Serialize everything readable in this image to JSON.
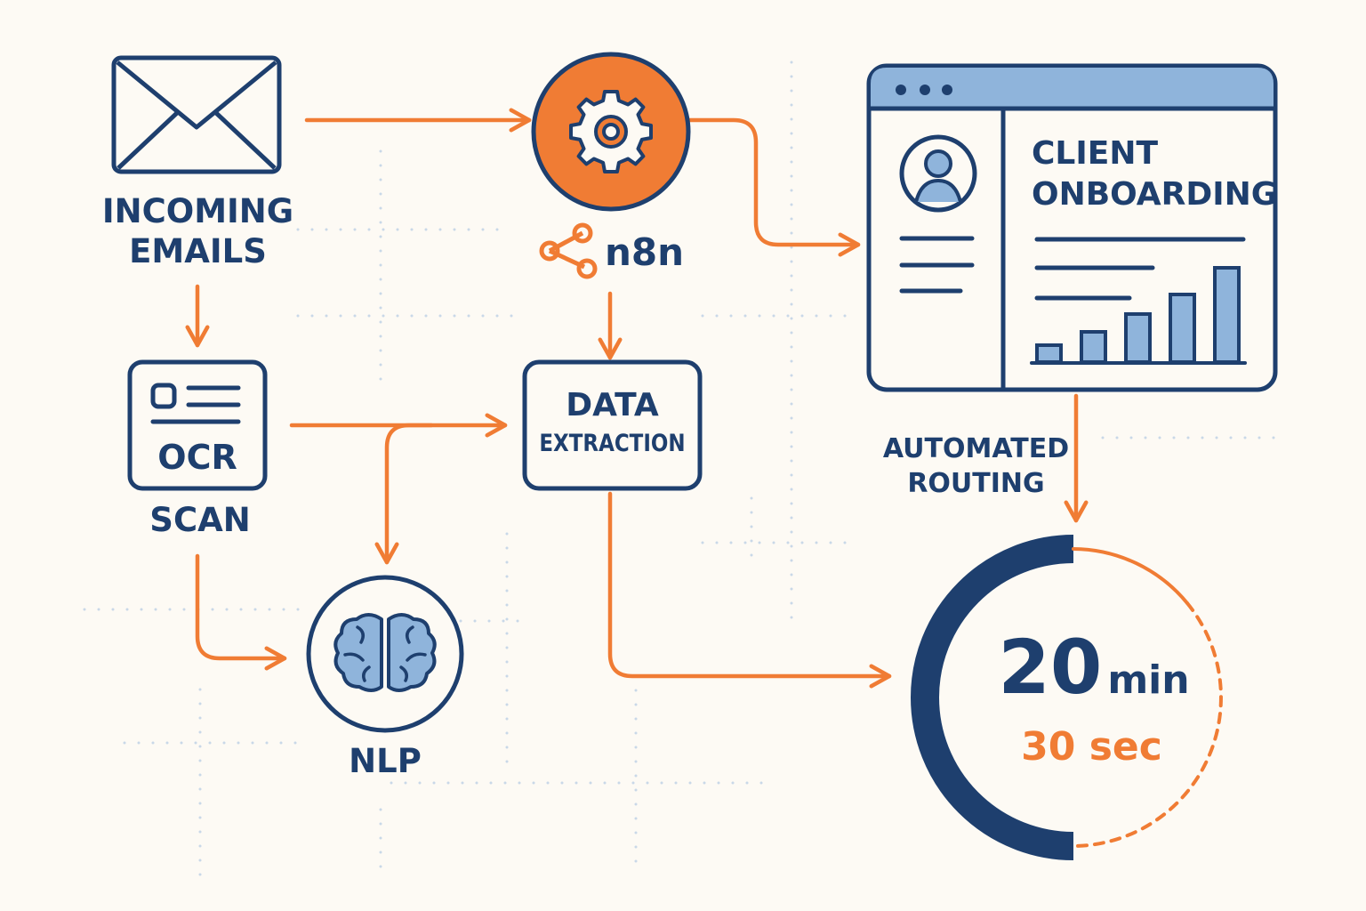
{
  "colors": {
    "navy": "#1e3f6e",
    "orange": "#f07c34",
    "light_blue": "#8fb4db",
    "background": "#fdfaf4",
    "grid_dots": "#c9d8e8"
  },
  "nodes": {
    "incoming_emails": {
      "icon": "envelope-icon",
      "line1": "INCOMING",
      "line2": "EMAILS"
    },
    "n8n": {
      "icon": "gear-icon",
      "logo_icon": "n8n-logo-icon",
      "label": "n8n"
    },
    "client_onboarding": {
      "icon": "browser-window-icon",
      "line1": "CLIENT",
      "line2": "ONBOARDING"
    },
    "ocr_scan": {
      "icon": "ocr-card-icon",
      "card_text": "OCR",
      "label": "SCAN"
    },
    "data_extraction": {
      "line1": "DATA",
      "line2": "EXTRACTION"
    },
    "nlp": {
      "icon": "brain-icon",
      "label": "NLP"
    },
    "automated_routing": {
      "line1": "AUTOMATED",
      "line2": "ROUTING"
    },
    "timer": {
      "minutes": "20",
      "minutes_unit": "min",
      "seconds_text": "30 sec"
    }
  }
}
